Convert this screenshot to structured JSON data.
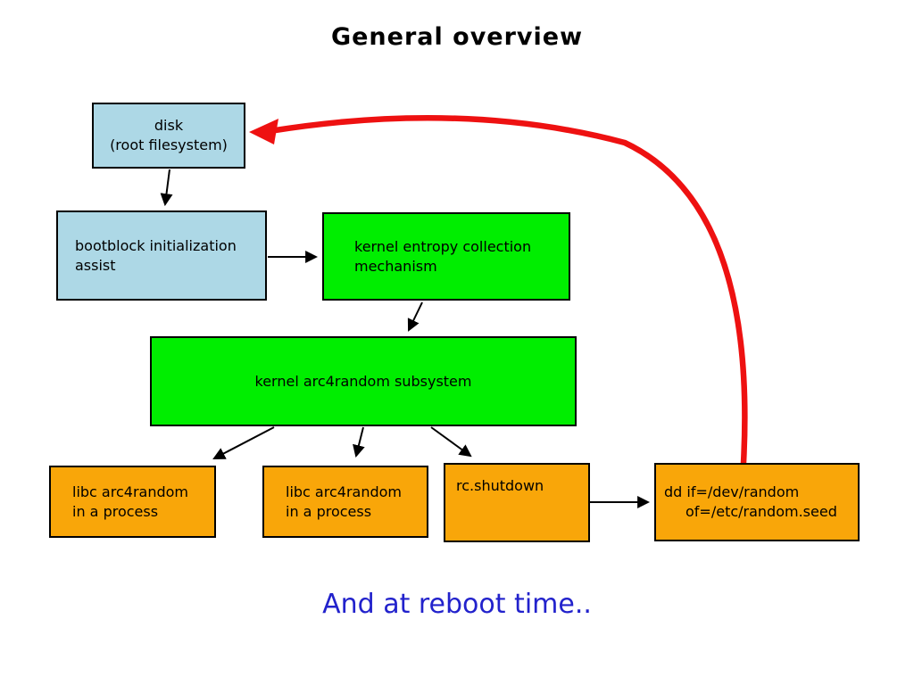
{
  "diagram": {
    "title": "General overview",
    "caption": "And at reboot time..",
    "nodes": {
      "disk": {
        "line1": "disk",
        "line2": "(root filesystem)"
      },
      "bootblock": {
        "line1": "bootblock initialization",
        "line2": "assist"
      },
      "entropy": {
        "line1": "kernel entropy collection",
        "line2": "mechanism"
      },
      "arc4": {
        "label": "kernel arc4random subsystem"
      },
      "libc1": {
        "line1": "libc arc4random",
        "line2": "in a process"
      },
      "libc2": {
        "line1": "libc arc4random",
        "line2": "in a process"
      },
      "rcshutdown": {
        "label": "rc.shutdown"
      },
      "dd": {
        "line1": "dd if=/dev/random",
        "line2": "of=/etc/random.seed"
      }
    }
  },
  "colors": {
    "box_blue": "#add8e6",
    "box_green": "#00ee00",
    "box_orange": "#f9a609",
    "arrow_red": "#ee1111",
    "arrow_black": "#000000",
    "caption_blue": "#2222cc"
  }
}
